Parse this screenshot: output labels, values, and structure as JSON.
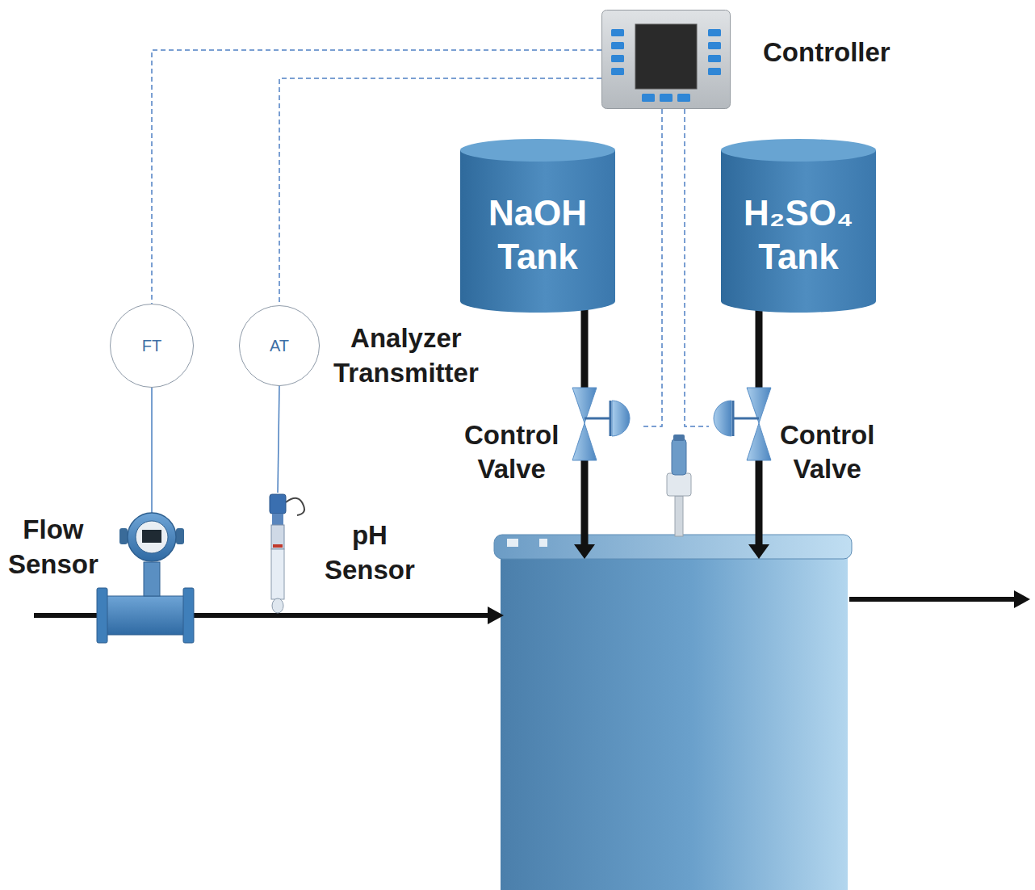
{
  "diagram": {
    "nodes": [
      {
        "text": [
          "Controller"
        ]
      },
      {
        "text": [
          "FT"
        ]
      },
      {
        "text": [
          "AT"
        ]
      },
      {
        "text": [
          "NaOH Tank"
        ]
      },
      {
        "text": [
          "H₂SO₄ Tank"
        ]
      },
      {
        "text": [
          "Control Valve"
        ]
      },
      {
        "text": [
          "Control Valve"
        ]
      }
    ],
    "edges": [
      {
        "from": 0,
        "to": 1,
        "arrow": "none"
      },
      {
        "from": 0,
        "to": 2,
        "arrow": "none"
      },
      {
        "from": 0,
        "to": 5,
        "arrow": "none"
      },
      {
        "from": 0,
        "to": 6,
        "arrow": "none"
      },
      {
        "from": 3,
        "to": 5,
        "arrow": "none"
      },
      {
        "from": 4,
        "to": 6,
        "arrow": "none"
      }
    ],
    "labels": [
      "Analyzer Transmitter",
      "Flow Sensor",
      "pH Sensor"
    ]
  }
}
